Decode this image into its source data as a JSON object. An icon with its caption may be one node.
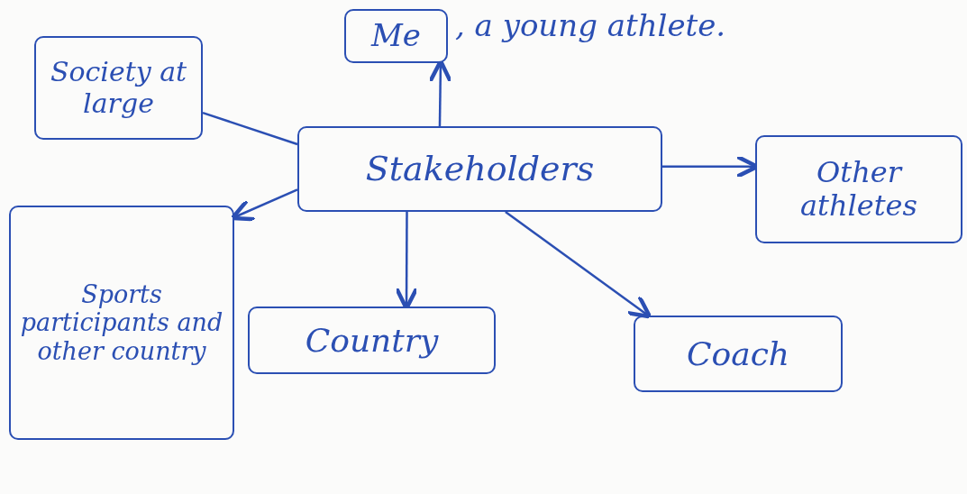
{
  "diagram": {
    "nodes": [
      {
        "text": [
          "Me"
        ],
        "beside": [
          ", a young athlete."
        ]
      },
      {
        "text": [
          "Society at large"
        ]
      },
      {
        "text": [
          "Stakeholders"
        ]
      },
      {
        "text": [
          "Other athletes"
        ]
      },
      {
        "text": [
          "Sports participants and other country"
        ]
      },
      {
        "text": [
          "Country"
        ]
      },
      {
        "text": [
          "Coach"
        ]
      }
    ],
    "edges": [
      {
        "from": 2,
        "to": 0,
        "arrow": "to"
      },
      {
        "from": 1,
        "to": 2,
        "arrow": "none"
      },
      {
        "from": 2,
        "to": 3,
        "arrow": "to"
      },
      {
        "from": 2,
        "to": 4,
        "arrow": "to"
      },
      {
        "from": 2,
        "to": 5,
        "arrow": "to"
      },
      {
        "from": 2,
        "to": 6,
        "arrow": "to"
      }
    ]
  }
}
